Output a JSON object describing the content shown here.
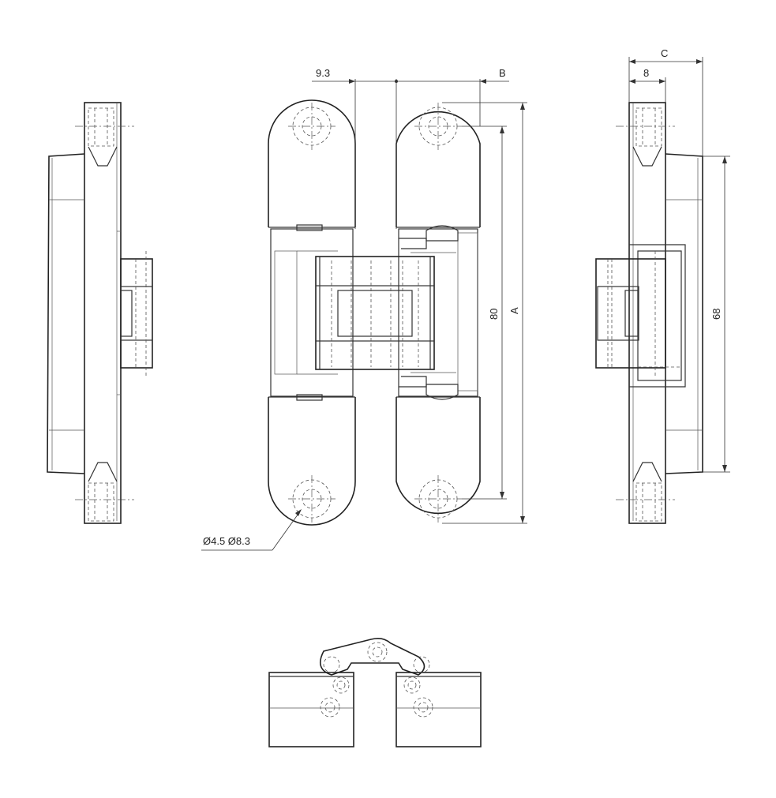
{
  "dimensions": {
    "pin_offset": "9.3",
    "b": "B",
    "a": "A",
    "inner_height": "80",
    "c": "C",
    "depth": "8",
    "body_height": "68",
    "holes": "Ø4.5 Ø8.3"
  }
}
